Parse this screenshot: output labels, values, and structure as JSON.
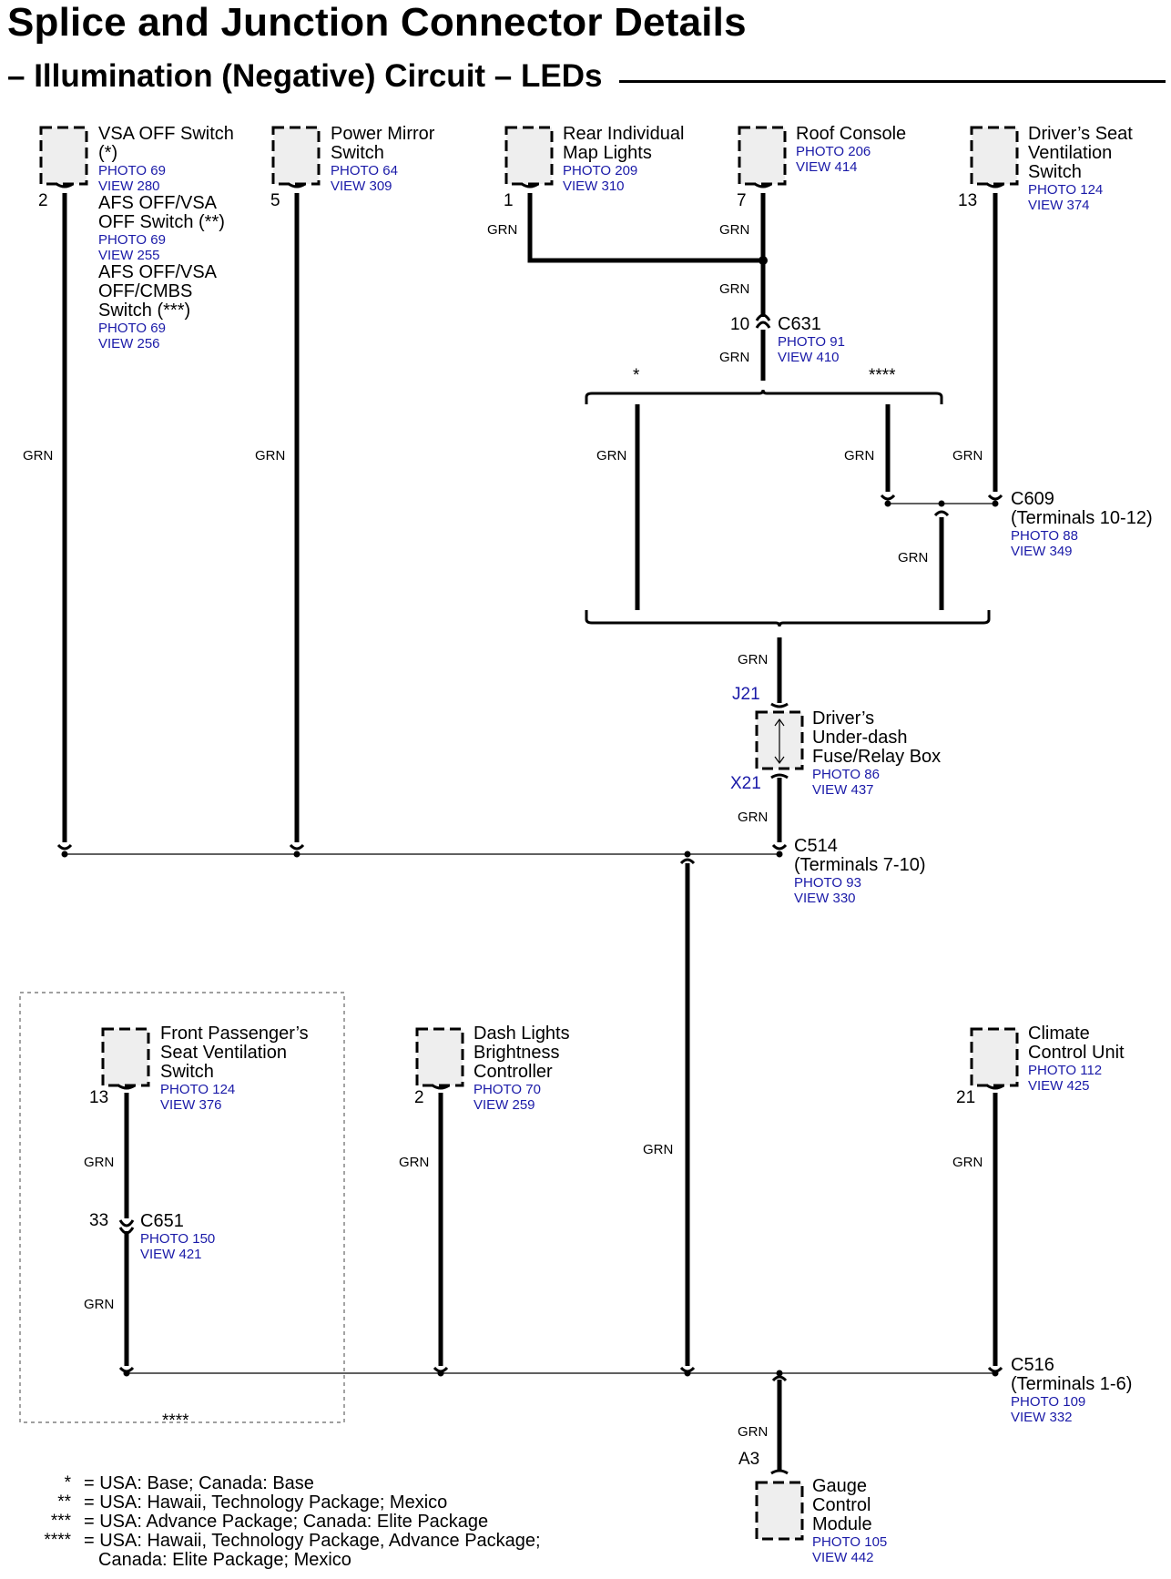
{
  "title": "Splice and Junction Connector Details",
  "subtitle": "– Illumination (Negative) Circuit – LEDs",
  "wire_color": "GRN",
  "components": {
    "vsa": {
      "pin": "2",
      "name1": "VSA OFF Switch",
      "name2": "(*)",
      "photo": "PHOTO 69",
      "view": "VIEW 280",
      "alt1_l1": "AFS OFF/VSA",
      "alt1_l2": "OFF Switch (**)",
      "alt1_photo": "PHOTO 69",
      "alt1_view": "VIEW 255",
      "alt2_l1": "AFS OFF/VSA",
      "alt2_l2": "OFF/CMBS",
      "alt2_l3": "Switch (***)",
      "alt2_photo": "PHOTO 69",
      "alt2_view": "VIEW 256"
    },
    "mirror": {
      "pin": "5",
      "name1": "Power Mirror",
      "name2": "Switch",
      "photo": "PHOTO 64",
      "view": "VIEW 309"
    },
    "rearmap": {
      "pin": "1",
      "name1": "Rear Individual",
      "name2": "Map Lights",
      "photo": "PHOTO 209",
      "view": "VIEW 310"
    },
    "roof": {
      "pin": "7",
      "name1": "Roof Console",
      "photo": "PHOTO 206",
      "view": "VIEW 414"
    },
    "dseat": {
      "pin": "13",
      "name1": "Driver’s Seat",
      "name2": "Ventilation",
      "name3": "Switch",
      "photo": "PHOTO 124",
      "view": "VIEW 374"
    },
    "fuse": {
      "pin_top": "J21",
      "pin_bot": "X21",
      "name1": "Driver’s",
      "name2": "Under-dash",
      "name3": "Fuse/Relay Box",
      "photo": "PHOTO 86",
      "view": "VIEW 437"
    },
    "pseat": {
      "pin": "13",
      "name1": "Front Passenger’s",
      "name2": "Seat Ventilation",
      "name3": "Switch",
      "photo": "PHOTO 124",
      "view": "VIEW 376"
    },
    "dash": {
      "pin": "2",
      "name1": "Dash Lights",
      "name2": "Brightness",
      "name3": "Controller",
      "photo": "PHOTO 70",
      "view": "VIEW 259"
    },
    "climate": {
      "pin": "21",
      "name1": "Climate",
      "name2": "Control Unit",
      "photo": "PHOTO 112",
      "view": "VIEW 425"
    },
    "gauge": {
      "pin": "A3",
      "name1": "Gauge",
      "name2": "Control",
      "name3": "Module",
      "photo": "PHOTO 105",
      "view": "VIEW 442"
    }
  },
  "connectors": {
    "c631": {
      "pin": "10",
      "name": "C631",
      "photo": "PHOTO 91",
      "view": "VIEW 410"
    },
    "c609": {
      "name": "C609",
      "terminals": "(Terminals 10-12)",
      "photo": "PHOTO 88",
      "view": "VIEW 349"
    },
    "c514": {
      "name": "C514",
      "terminals": "(Terminals 7-10)",
      "photo": "PHOTO 93",
      "view": "VIEW 330"
    },
    "c651": {
      "pin": "33",
      "name": "C651",
      "photo": "PHOTO 150",
      "view": "VIEW 421"
    },
    "c516": {
      "name": "C516",
      "terminals": "(Terminals 1-6)",
      "photo": "PHOTO 109",
      "view": "VIEW 332"
    }
  },
  "options": {
    "star1": "*",
    "star4": "****",
    "box_note": "****"
  },
  "legend": [
    {
      "sym": "*",
      "text": "= USA: Base; Canada: Base"
    },
    {
      "sym": "**",
      "text": "= USA: Hawaii, Technology Package; Mexico"
    },
    {
      "sym": "***",
      "text": "= USA: Advance Package; Canada: Elite Package"
    },
    {
      "sym": "****",
      "text": "= USA: Hawaii, Technology Package, Advance Package;"
    },
    {
      "sym": "",
      "text": "Canada: Elite Package; Mexico"
    }
  ]
}
